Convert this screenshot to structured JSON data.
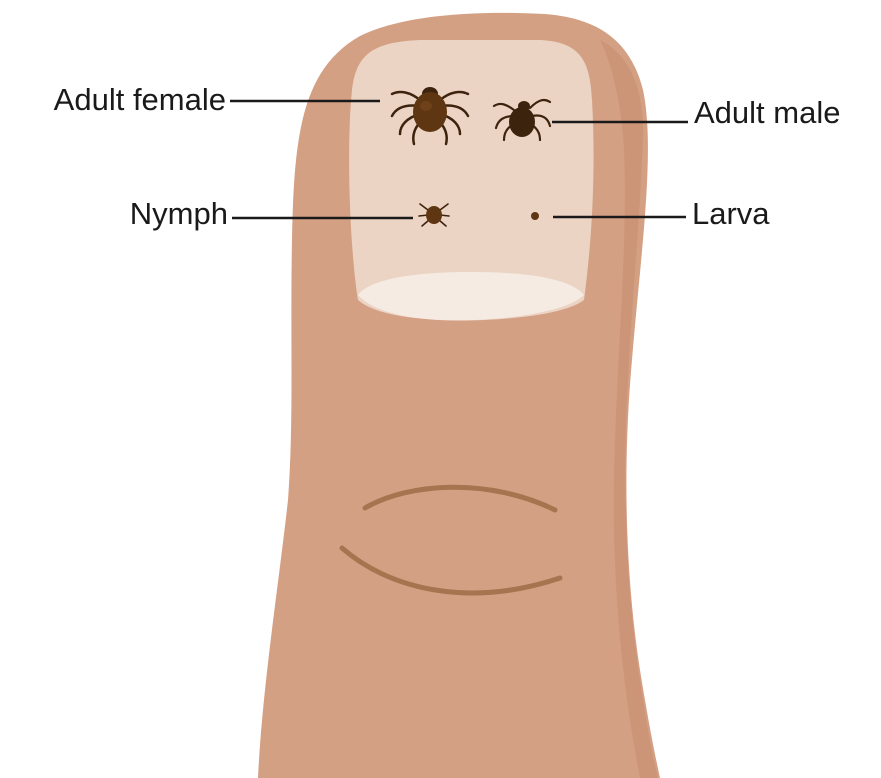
{
  "labels": {
    "adult_female": "Adult female",
    "adult_male": "Adult male",
    "nymph": "Nymph",
    "larva": "Larva"
  },
  "colors": {
    "skin": "#d4a084",
    "skin_shadow": "#c48d70",
    "nail": "#ecd4c4",
    "nail_tip": "#f6ebe3",
    "crease": "#a6744e",
    "tick_body": "#5e3612",
    "tick_legs": "#3b230e"
  }
}
